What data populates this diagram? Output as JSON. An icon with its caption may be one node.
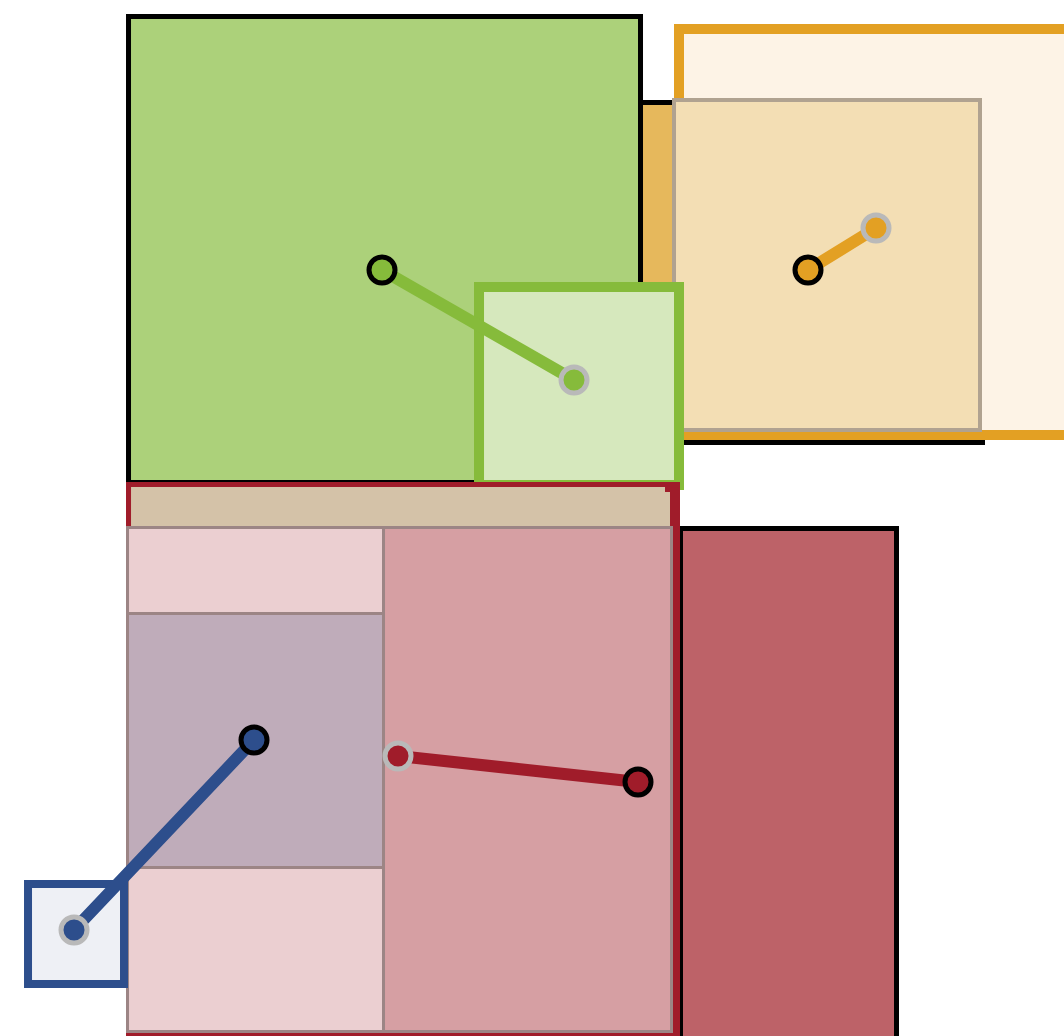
{
  "diagram": {
    "nodes": [
      {
        "text": [],
        "shape": "box"
      },
      {
        "text": [],
        "shape": "box"
      },
      {
        "text": [],
        "shape": "box"
      },
      {
        "text": [],
        "shape": "box"
      },
      {
        "text": [],
        "shape": "box"
      },
      {
        "text": [],
        "shape": "box",
        "in": 4
      },
      {
        "text": [],
        "shape": "box",
        "in": 4
      },
      {
        "text": [],
        "shape": "box",
        "in": 4
      },
      {
        "text": [],
        "shape": "box",
        "in": 4
      },
      {
        "text": [],
        "shape": "box"
      },
      {
        "text": [],
        "shape": "box"
      }
    ],
    "edges": [
      {
        "from": 0,
        "to": 2,
        "arrow": "other",
        "color": "#86bb3b"
      },
      {
        "from": 1,
        "to": 3,
        "arrow": "other",
        "color": "#e3a023"
      },
      {
        "from": 8,
        "to": 6,
        "arrow": "other",
        "color": "#a01c2a"
      },
      {
        "from": 6,
        "to": 10,
        "arrow": "other",
        "color": "#2d4e8c"
      }
    ]
  }
}
